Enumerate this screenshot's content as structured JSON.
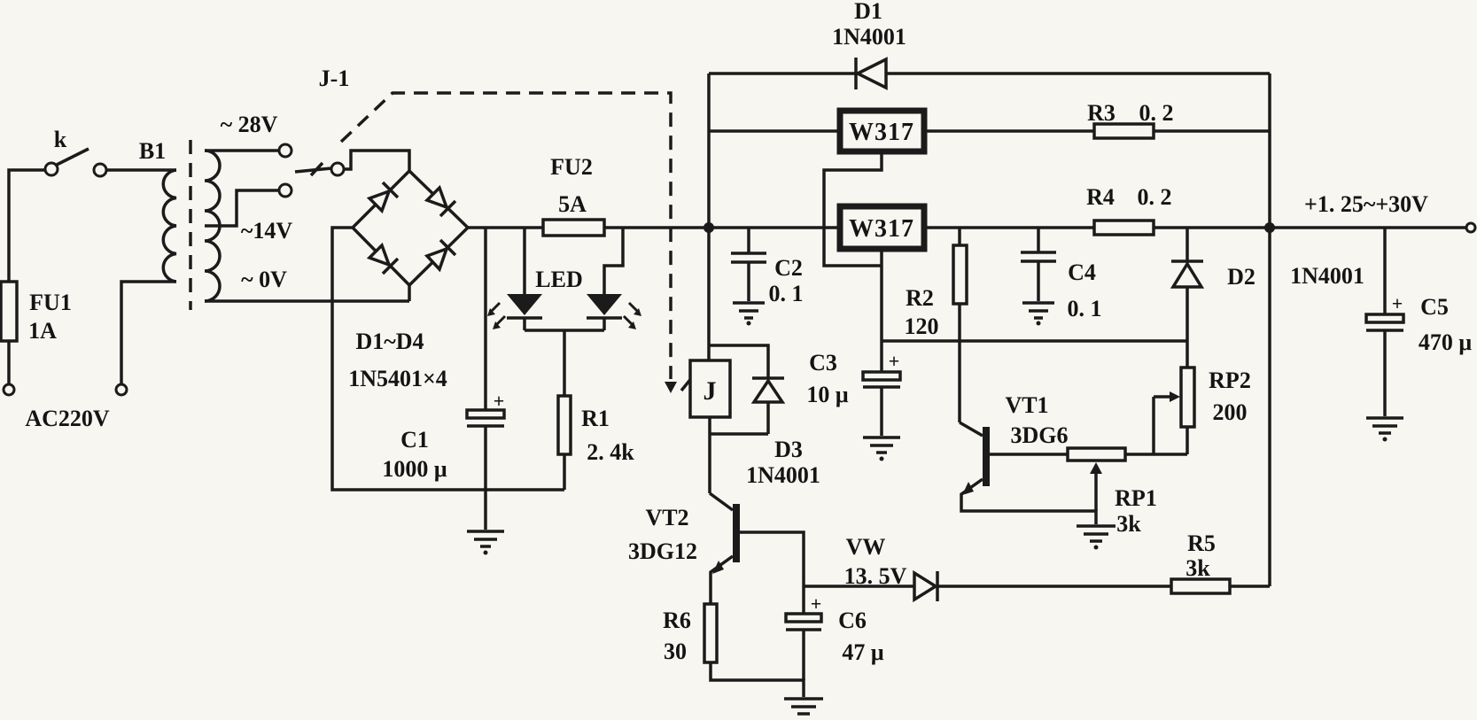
{
  "schematic": {
    "plus_mark": "+",
    "power_input": {
      "switch": "k",
      "fuse": "FU1",
      "fuse_value": "1A",
      "source": "AC220V",
      "transformer": "B1",
      "tap_28v": "~ 28V",
      "tap_14v": "~14V",
      "tap_0v": "~ 0V"
    },
    "relay_frame": {
      "label": "J-1"
    },
    "bridge": {
      "name": "D1~D4",
      "value": "1N5401×4"
    },
    "c1": {
      "name": "C1",
      "value": "1000 μ"
    },
    "led": {
      "label": "LED"
    },
    "r1": {
      "name": "R1",
      "value": "2. 4k"
    },
    "fu2": {
      "name": "FU2",
      "value": "5A"
    },
    "d1": {
      "name": "D1",
      "value": "1N4001"
    },
    "regulator_top": {
      "label": "W317"
    },
    "regulator_bottom": {
      "label": "W317"
    },
    "r3": {
      "name": "R3",
      "value": "0. 2"
    },
    "r4": {
      "name": "R4",
      "value": "0. 2"
    },
    "output": {
      "label": "+1. 25~+30V"
    },
    "c2": {
      "name": "C2",
      "value": "0. 1"
    },
    "c3": {
      "name": "C3",
      "value": "10 μ"
    },
    "c4": {
      "name": "C4",
      "value": "0. 1"
    },
    "c5": {
      "name": "C5",
      "value": "470 μ"
    },
    "c6": {
      "name": "C6",
      "value": "47 μ"
    },
    "r2": {
      "name": "R2",
      "value": "120"
    },
    "d2": {
      "name": "D2",
      "value": "1N4001"
    },
    "d3": {
      "name": "D3",
      "value": "1N4001"
    },
    "relay_coil": {
      "label": "J"
    },
    "vt1": {
      "name": "VT1",
      "value": "3DG6"
    },
    "vt2": {
      "name": "VT2",
      "value": "3DG12"
    },
    "rp1": {
      "name": "RP1",
      "value": "3k"
    },
    "rp2": {
      "name": "RP2",
      "value": "200"
    },
    "r5": {
      "name": "R5",
      "value": "3k"
    },
    "r6": {
      "name": "R6",
      "value": "30"
    },
    "vw": {
      "name": "VW",
      "value": "13. 5V"
    }
  }
}
